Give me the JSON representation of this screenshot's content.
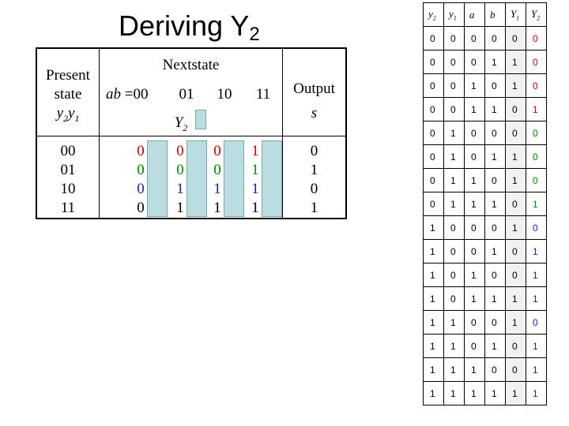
{
  "title": {
    "main": "Deriving Y",
    "sub": "2"
  },
  "kmap": {
    "present_state_lines": [
      "Present",
      "state"
    ],
    "present_state_var": {
      "a": "y",
      "a_sub": "2",
      "b": "y",
      "b_sub": "1"
    },
    "nextstate_label": "Nextstate",
    "ab_label": "ab",
    "col_headers": [
      "=00",
      "01",
      "10",
      "11"
    ],
    "y2_label": {
      "main": "Y",
      "sub": "2"
    },
    "output_label": "Output",
    "output_var": "s",
    "rows": [
      {
        "state": "00",
        "values": [
          "0",
          "0",
          "0",
          "1"
        ],
        "output": "0"
      },
      {
        "state": "01",
        "values": [
          "0",
          "0",
          "0",
          "1"
        ],
        "output": "1"
      },
      {
        "state": "10",
        "values": [
          "0",
          "1",
          "1",
          "1"
        ],
        "output": "0"
      },
      {
        "state": "11",
        "values": [
          "0",
          "1",
          "1",
          "1"
        ],
        "output": "1"
      }
    ],
    "colors": {
      "zero_upper": "#c00000",
      "zero_lower": "#1f1f9e",
      "one": "#c00000",
      "highlight": "#b9dde0"
    }
  },
  "truth_table": {
    "headers": [
      {
        "main": "y",
        "sub": "2"
      },
      {
        "main": "y",
        "sub": "1"
      },
      {
        "main": "a",
        "sub": ""
      },
      {
        "main": "b",
        "sub": ""
      },
      {
        "main": "Y",
        "sub": "1"
      },
      {
        "main": "Y",
        "sub": "2"
      }
    ],
    "rows": [
      [
        "0",
        "0",
        "0",
        "0",
        "0",
        "0"
      ],
      [
        "0",
        "0",
        "0",
        "1",
        "1",
        "0"
      ],
      [
        "0",
        "0",
        "1",
        "0",
        "1",
        "0"
      ],
      [
        "0",
        "0",
        "1",
        "1",
        "0",
        "1"
      ],
      [
        "0",
        "1",
        "0",
        "0",
        "0",
        "0"
      ],
      [
        "0",
        "1",
        "0",
        "1",
        "1",
        "0"
      ],
      [
        "0",
        "1",
        "1",
        "0",
        "1",
        "0"
      ],
      [
        "0",
        "1",
        "1",
        "1",
        "0",
        "1"
      ],
      [
        "1",
        "0",
        "0",
        "0",
        "1",
        "0"
      ],
      [
        "1",
        "0",
        "0",
        "1",
        "0",
        "1"
      ],
      [
        "1",
        "0",
        "1",
        "0",
        "0",
        "1"
      ],
      [
        "1",
        "0",
        "1",
        "1",
        "1",
        "1"
      ],
      [
        "1",
        "1",
        "0",
        "0",
        "1",
        "0"
      ],
      [
        "1",
        "1",
        "0",
        "1",
        "0",
        "1"
      ],
      [
        "1",
        "1",
        "1",
        "0",
        "0",
        "1"
      ],
      [
        "1",
        "1",
        "1",
        "1",
        "1",
        "1"
      ]
    ]
  }
}
